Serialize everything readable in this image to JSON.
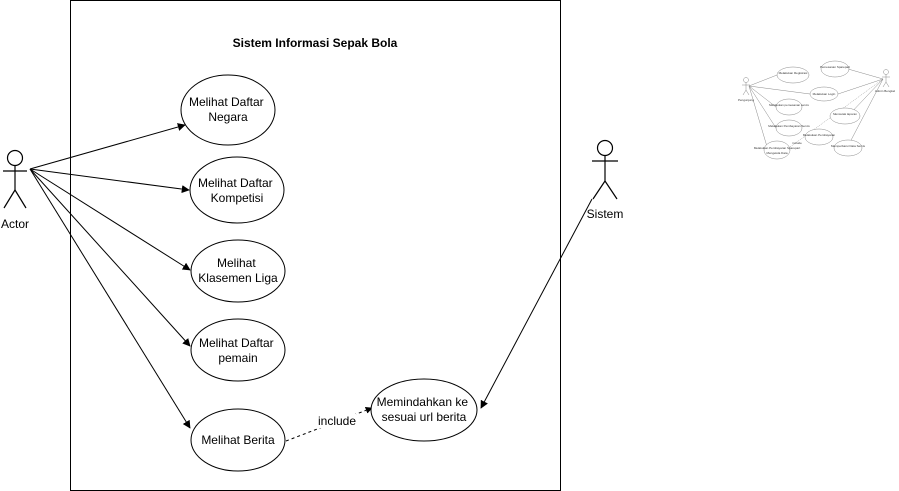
{
  "diagram": {
    "system_title": "Sistem Informasi Sepak Bola",
    "actors": {
      "left": "Actor",
      "right": "Sistem"
    },
    "use_cases": {
      "uc1": [
        "Melihat Daftar",
        "Negara"
      ],
      "uc2": [
        "Melihat Daftar",
        "Kompetisi"
      ],
      "uc3": [
        "Melihat",
        "Klasemen Liga"
      ],
      "uc4": [
        "Melihat Daftar",
        "pemain"
      ],
      "uc5": [
        "Melihat Berita"
      ],
      "uc6": [
        "Memindahkan ke",
        "sesuai url berita"
      ]
    },
    "relation_label": "include"
  },
  "thumbnail": {
    "actor_left": "Pengunjung",
    "actor_right": "Admin Bengkel",
    "items": [
      "Melakukan Registrasi",
      "Pemesanan Sparepart",
      "Melakukan Login",
      "Melakukan pemesanan servis",
      "Mencetak laporan",
      "Melakukan Pembayaran Servis",
      "Melakukan Pembayaran",
      "Melakukan Pembayaran Sparepart",
      "Memperbarui Data Servis",
      "Mengelola Data"
    ],
    "labels": [
      "include"
    ]
  },
  "colors": {
    "stroke": "#000000",
    "background": "#ffffff",
    "thumb_stroke": "#8a8a8a"
  }
}
